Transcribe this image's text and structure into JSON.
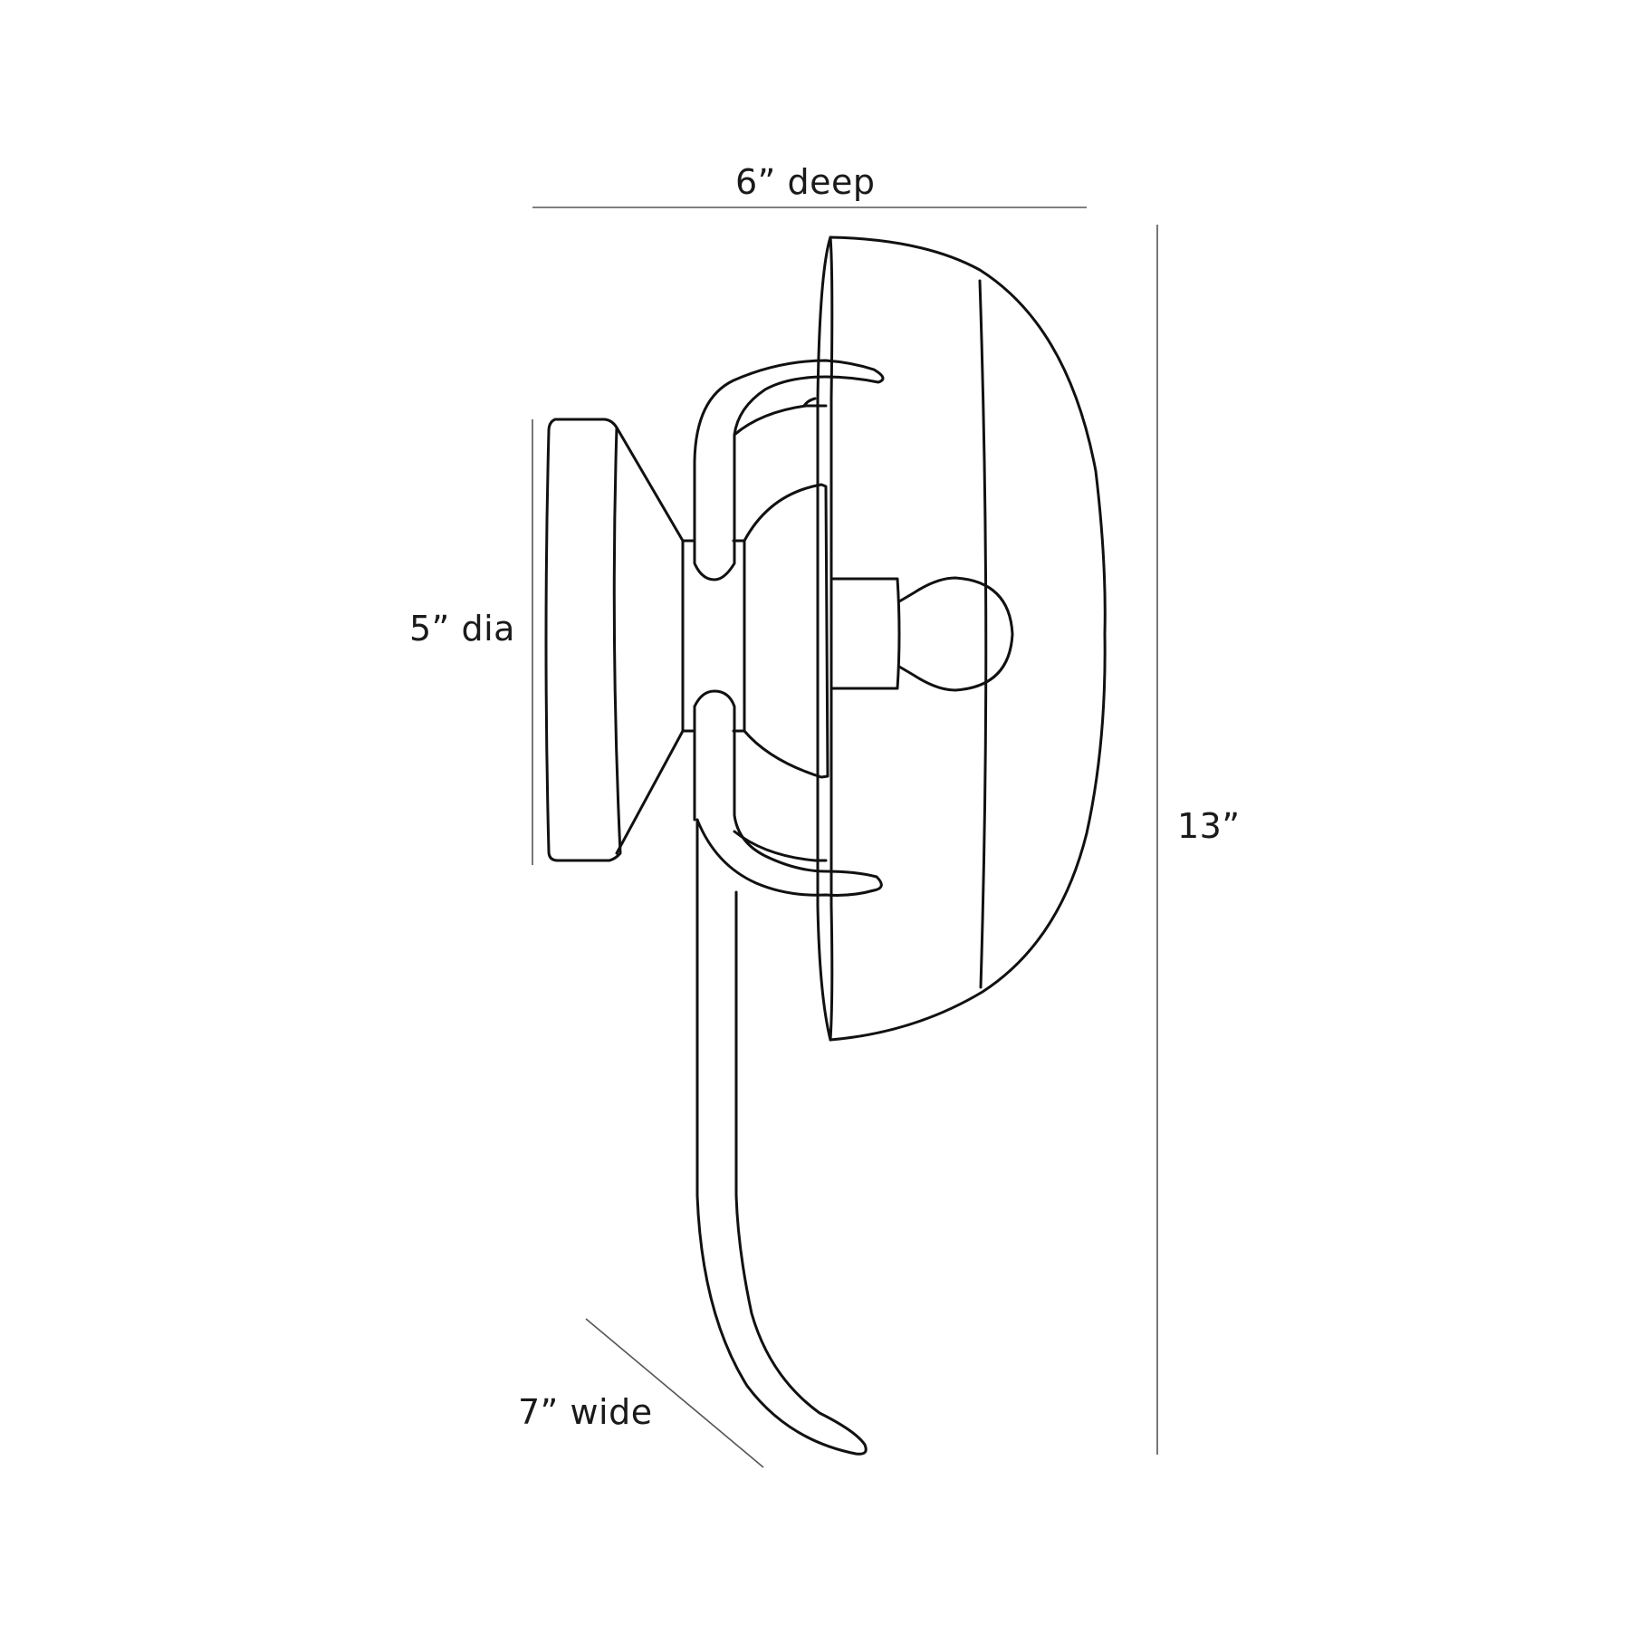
{
  "diagram": {
    "subject": "wall sconce side elevation line drawing",
    "colors": {
      "background": "#ffffff",
      "line": "#111111",
      "dimension_line": "#555555",
      "text": "#1a1a1a"
    },
    "dimensions": {
      "depth": {
        "label": "6” deep",
        "value": 6,
        "unit": "in"
      },
      "height": {
        "label": "13”",
        "value": 13,
        "unit": "in"
      },
      "backplate": {
        "label": "5” dia",
        "value": 5,
        "unit": "in"
      },
      "width": {
        "label": "7” wide",
        "value": 7,
        "unit": "in"
      }
    },
    "parts": [
      "backplate",
      "canopy-cone",
      "mounting-collar",
      "arm",
      "shade",
      "socket",
      "bulb",
      "tail"
    ]
  }
}
